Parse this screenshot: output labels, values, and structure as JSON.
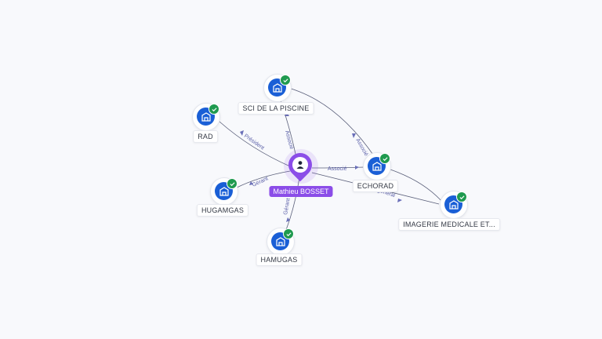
{
  "person": {
    "name": "Mathieu BOSSET",
    "icon": "person-icon"
  },
  "companies": [
    {
      "id": "sci",
      "name": "SCI DE LA PISCINE",
      "verified": true
    },
    {
      "id": "rad",
      "name": "RAD",
      "verified": true
    },
    {
      "id": "echorad",
      "name": "ECHORAD",
      "verified": true
    },
    {
      "id": "hugamgas",
      "name": "HUGAMGAS",
      "verified": true
    },
    {
      "id": "hamugas",
      "name": "HAMUGAS",
      "verified": true
    },
    {
      "id": "imagerie",
      "name": "IMAGERIE MEDICALE ET...",
      "verified": true
    }
  ],
  "edges": [
    {
      "label": "Associé"
    },
    {
      "label": "Président"
    },
    {
      "label": "Associé"
    },
    {
      "label": "Gérant"
    },
    {
      "label": "Gérant"
    },
    {
      "label": "Associé"
    },
    {
      "label": "général"
    }
  ],
  "colors": {
    "accent": "#8b4de8",
    "company": "#1a5fd6",
    "verified": "#1f9a4f",
    "edge": "#5a5f7a"
  }
}
